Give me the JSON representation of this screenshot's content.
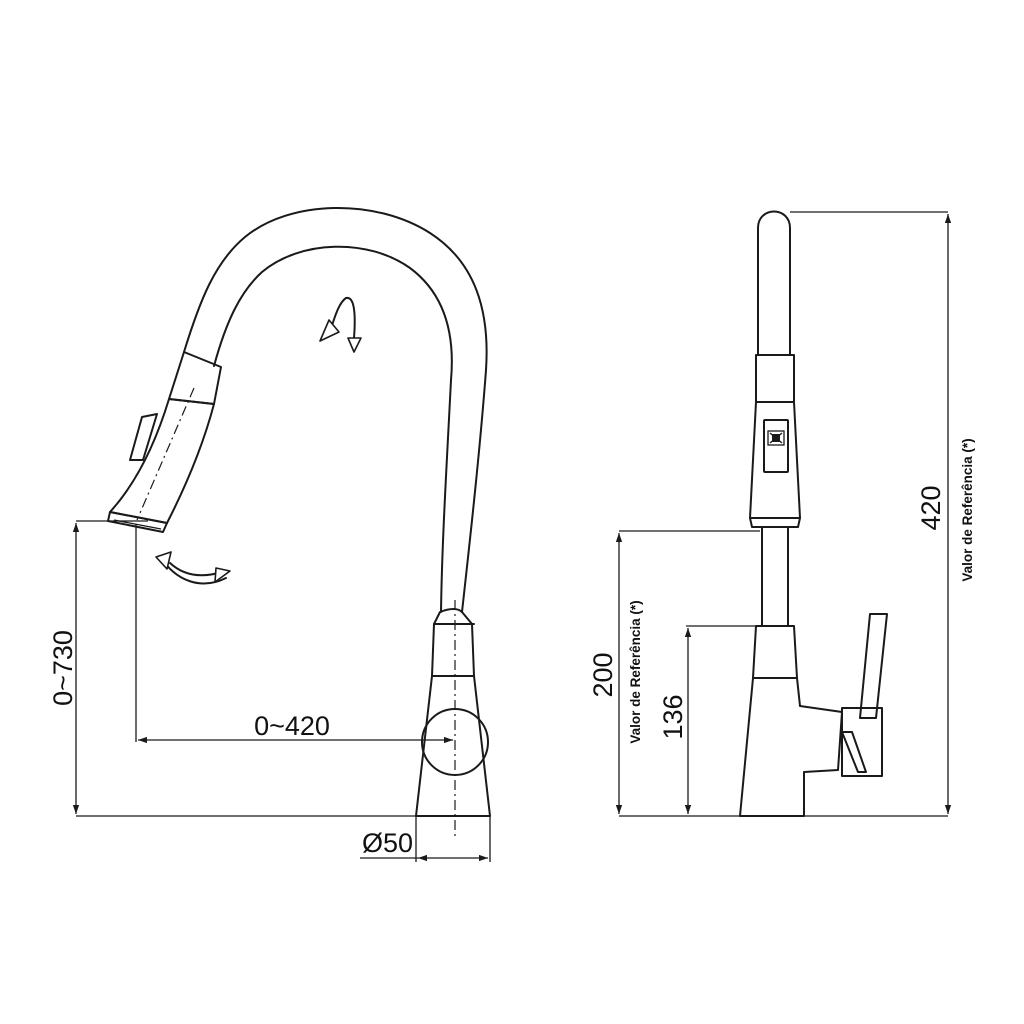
{
  "front_view": {
    "dim_height": "0~730",
    "dim_reach": "0~420",
    "dim_base_diameter": "Ø50"
  },
  "side_view": {
    "dim_total_height": "420",
    "dim_spout_height": "200",
    "dim_body_height": "136",
    "ref_label_left": "Valor de Referência (*)",
    "ref_label_right": "Valor de Referência (*)"
  },
  "colors": {
    "line": "#1a1a1a",
    "background": "#ffffff"
  }
}
